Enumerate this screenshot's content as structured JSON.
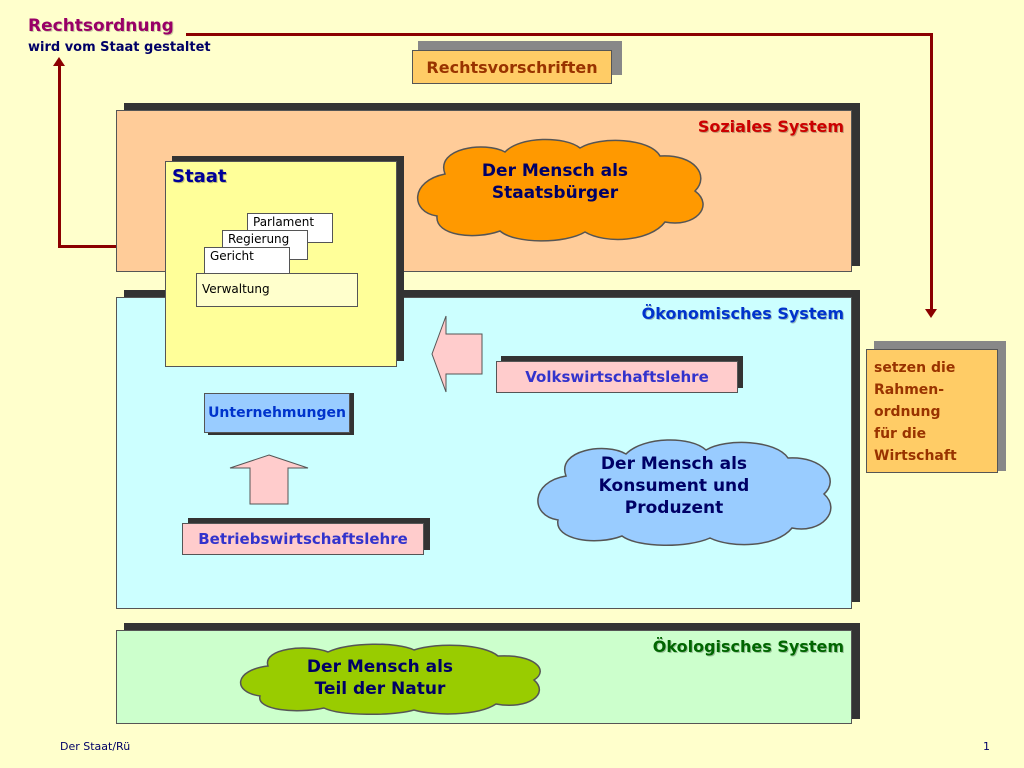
{
  "header": {
    "title": "Rechtsordnung",
    "subtitle": "wird vom Staat gestaltet"
  },
  "rechtsvorschriften": "Rechtsvorschriften",
  "social": {
    "title": "Soziales System",
    "cloud_line1": "Der Mensch als",
    "cloud_line2": "Staatsbürger"
  },
  "staat": {
    "title": "Staat",
    "items": [
      "Parlament",
      "Regierung",
      "Gericht",
      "Verwaltung"
    ]
  },
  "economic": {
    "title": "Ökonomisches System",
    "vwl": "Volkswirtschaftslehre",
    "unternehmungen": "Unternehmungen",
    "bwl": "Betriebswirtschaftslehre",
    "cloud_line1": "Der Mensch als",
    "cloud_line2": "Konsument und",
    "cloud_line3": "Produzent"
  },
  "ecological": {
    "title": "Ökologisches System",
    "cloud_line1": "Der Mensch als",
    "cloud_line2": "Teil der Natur"
  },
  "side_note": [
    "setzen die",
    "Rahmen-",
    "ordnung",
    "für die",
    "Wirtschaft"
  ],
  "footer": {
    "left": "Der Staat/Rü",
    "page": "1"
  },
  "colors": {
    "background": "#ffffcc",
    "social": "#ffcc99",
    "economic": "#ccffff",
    "ecological": "#ccffcc",
    "staat": "#ffff99",
    "arrow_line": "#8b0000"
  }
}
